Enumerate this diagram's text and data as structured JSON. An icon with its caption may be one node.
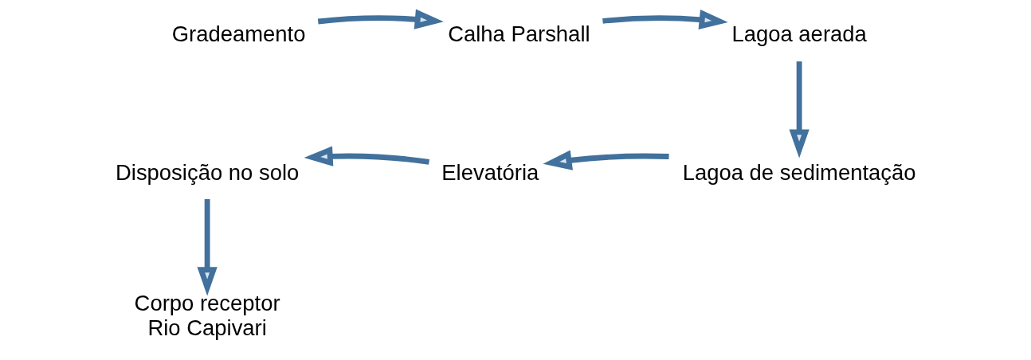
{
  "diagram": {
    "nodes": [
      {
        "text": [
          "Gradeamento"
        ]
      },
      {
        "text": [
          "Calha Parshall"
        ]
      },
      {
        "text": [
          "Lagoa aerada"
        ]
      },
      {
        "text": [
          "Lagoa de sedimentação"
        ]
      },
      {
        "text": [
          "Elevatória"
        ]
      },
      {
        "text": [
          "Disposição no solo"
        ]
      },
      {
        "text": [
          "Corpo receptor Rio Capivari"
        ]
      }
    ],
    "edges": [
      {
        "from": 0,
        "to": 1,
        "arrow": "to"
      },
      {
        "from": 1,
        "to": 2,
        "arrow": "to"
      },
      {
        "from": 2,
        "to": 3,
        "arrow": "to"
      },
      {
        "from": 3,
        "to": 4,
        "arrow": "to"
      },
      {
        "from": 4,
        "to": 5,
        "arrow": "to"
      },
      {
        "from": 5,
        "to": 6,
        "arrow": "to"
      }
    ]
  }
}
